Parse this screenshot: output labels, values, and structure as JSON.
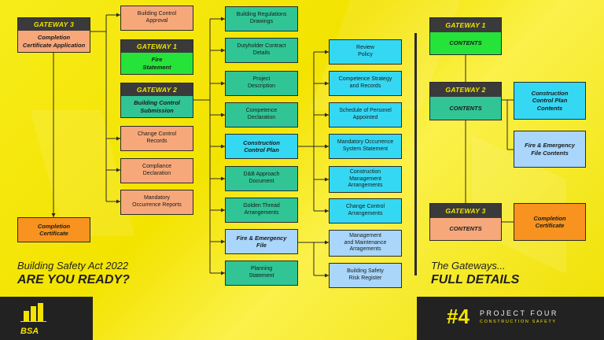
{
  "left": {
    "gateway3": {
      "header": "GATEWAY 3",
      "body": "Completion\nCertificate Application"
    },
    "completion_certificate": "Completion\nCertificate",
    "col2": [
      {
        "label": "Building Control\nApproval"
      },
      {
        "header": "GATEWAY 1",
        "body": "Fire\nStatement"
      },
      {
        "header": "GATEWAY 2",
        "body": "Building Control\nSubmission"
      },
      {
        "label": "Change Control\nRecords"
      },
      {
        "label": "Compliance\nDeclaration"
      },
      {
        "label": "Mandatory\nOccurrence Reports"
      }
    ],
    "col3": [
      "Building Regulations\nDrawings",
      "Dutyholder Contract\nDetails",
      "Project\nDescription",
      "Competence\nDeclaration",
      "Construction\nControl Plan",
      "D&B Approach\nDocument",
      "Golden Thread\nArrangements",
      "Fire & Emergency\nFile",
      "Planning\nStatement"
    ],
    "col4": [
      "Review\nPolicy",
      "Competence Strategy\nand Records",
      "Schedule of Personel\nAppointed",
      "Mandatory Occurrence\nSystem Statement",
      "Construction\nManagement\nArrangements",
      "Change Control\nArrangements",
      "Management\nand Maintenance\nArragements",
      "Building Safety\nRisk Register"
    ],
    "tagline1": "Building Safety Act 2022",
    "tagline2": "ARE YOU READY?"
  },
  "right": {
    "gw1": {
      "header": "GATEWAY 1",
      "body": "CONTENTS"
    },
    "gw2": {
      "header": "GATEWAY 2",
      "body": "CONTENTS"
    },
    "gw3": {
      "header": "GATEWAY 3",
      "body": "CONTENTS"
    },
    "ccp": "Construction\nControl Plan\nContents",
    "fire": "Fire & Emergency\nFile Contents",
    "completion": "Completion\nCertificate",
    "tagline1": "The Gateways...",
    "tagline2": "FULL DETAILS"
  },
  "footer": {
    "logo_left": "BSA",
    "logo_right_title": "PROJECT FOUR",
    "logo_right_sub": "CONSTRUCTION SAFETY",
    "logo_right_mark": "#4"
  },
  "colors": {
    "background": "#f3e300",
    "header": "#3a3a3a",
    "header_text": "#f2e600",
    "salmon": "#f7a87a",
    "teal": "#31c596",
    "cyan": "#35d8f3",
    "light_blue": "#a9d6fa",
    "orange": "#f7931e",
    "green": "#26e33a",
    "footer": "#222222"
  }
}
